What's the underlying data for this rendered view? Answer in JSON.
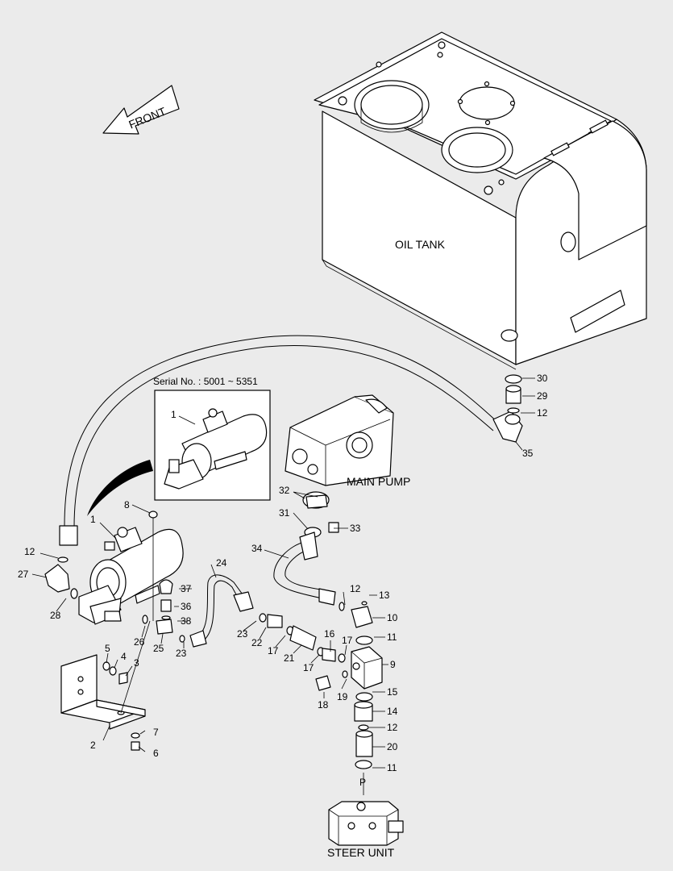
{
  "labels": {
    "oil_tank": "OIL TANK",
    "main_pump": "MAIN PUMP",
    "steer_unit": "STEER UNIT",
    "front": "FRONT",
    "serial_caption": "Serial No. : 5001 ~ 5351",
    "port_p": "P"
  },
  "callouts": [
    {
      "id": "c30",
      "text": "30"
    },
    {
      "id": "c29",
      "text": "29"
    },
    {
      "id": "c12a",
      "text": "12"
    },
    {
      "id": "c35",
      "text": "35"
    },
    {
      "id": "c1inset",
      "text": "1"
    },
    {
      "id": "c32",
      "text": "32"
    },
    {
      "id": "c31",
      "text": "31"
    },
    {
      "id": "c33",
      "text": "33"
    },
    {
      "id": "c34",
      "text": "34"
    },
    {
      "id": "c8",
      "text": "8"
    },
    {
      "id": "c1",
      "text": "1"
    },
    {
      "id": "c12b",
      "text": "12"
    },
    {
      "id": "c27",
      "text": "27"
    },
    {
      "id": "c28",
      "text": "28"
    },
    {
      "id": "c24",
      "text": "24"
    },
    {
      "id": "c37",
      "text": "37"
    },
    {
      "id": "c36",
      "text": "36"
    },
    {
      "id": "c38",
      "text": "38"
    },
    {
      "id": "c26",
      "text": "26"
    },
    {
      "id": "c25",
      "text": "25"
    },
    {
      "id": "c23a",
      "text": "23"
    },
    {
      "id": "c23b",
      "text": "23"
    },
    {
      "id": "c22",
      "text": "22"
    },
    {
      "id": "c17a",
      "text": "17"
    },
    {
      "id": "c21",
      "text": "21"
    },
    {
      "id": "c17b",
      "text": "17"
    },
    {
      "id": "c16",
      "text": "16"
    },
    {
      "id": "c17c",
      "text": "17"
    },
    {
      "id": "c12c",
      "text": "12"
    },
    {
      "id": "c13",
      "text": "13"
    },
    {
      "id": "c10",
      "text": "10"
    },
    {
      "id": "c11a",
      "text": "11"
    },
    {
      "id": "c9",
      "text": "9"
    },
    {
      "id": "c19",
      "text": "19"
    },
    {
      "id": "c18",
      "text": "18"
    },
    {
      "id": "c15",
      "text": "15"
    },
    {
      "id": "c14",
      "text": "14"
    },
    {
      "id": "c12d",
      "text": "12"
    },
    {
      "id": "c20",
      "text": "20"
    },
    {
      "id": "c11b",
      "text": "11"
    },
    {
      "id": "c5",
      "text": "5"
    },
    {
      "id": "c4",
      "text": "4"
    },
    {
      "id": "c3",
      "text": "3"
    },
    {
      "id": "c7",
      "text": "7"
    },
    {
      "id": "c6",
      "text": "6"
    },
    {
      "id": "c2",
      "text": "2"
    }
  ]
}
